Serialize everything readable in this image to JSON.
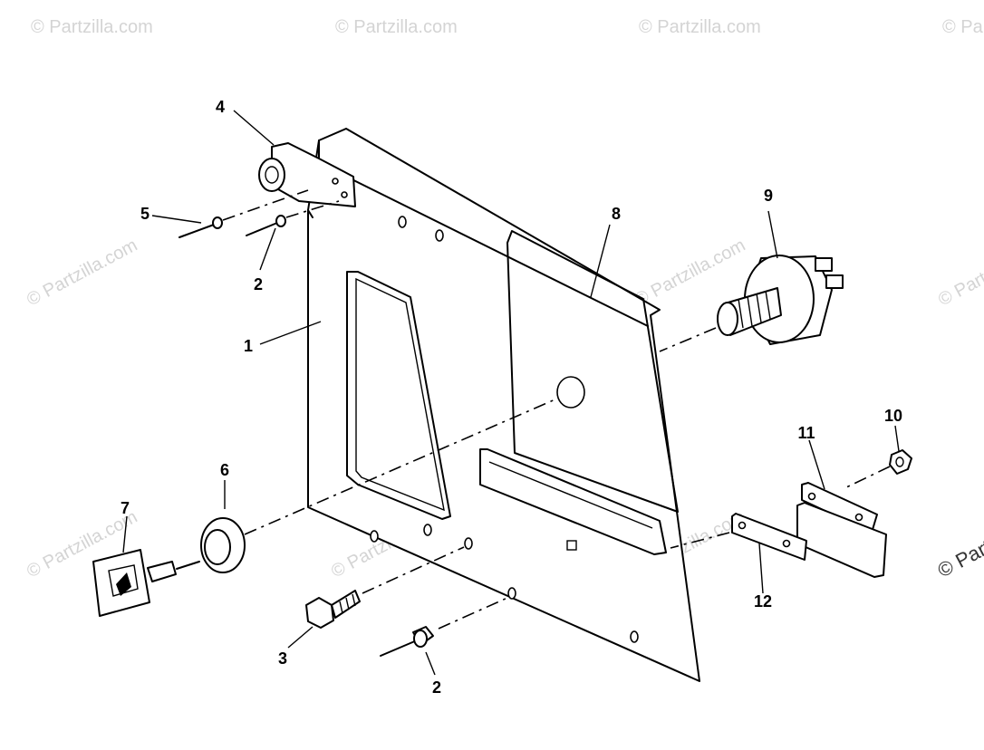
{
  "watermark": {
    "text": "© Partzilla.com"
  },
  "diagram": {
    "callouts": {
      "c1": "1",
      "c2a": "2",
      "c2b": "2",
      "c3": "3",
      "c4": "4",
      "c5": "5",
      "c6": "6",
      "c7": "7",
      "c8": "8",
      "c9": "9",
      "c10": "10",
      "c11": "11",
      "c12": "12"
    }
  }
}
